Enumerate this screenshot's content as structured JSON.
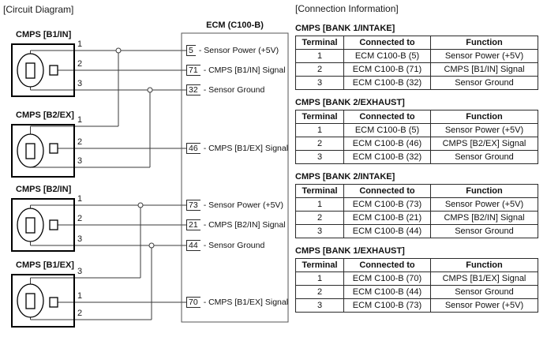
{
  "titles": {
    "circuit": "[Circuit Diagram]",
    "connection": "[Connection Information]"
  },
  "colors": {
    "background": "#ffffff",
    "ink": "#111111",
    "wire": "#3a3a3a"
  },
  "ecm": {
    "title": "ECM (C100-B)",
    "pins": [
      {
        "num": "5",
        "rest": "- Sensor Power (+5V)"
      },
      {
        "num": "71",
        "rest": "- CMPS [B1/IN] Signal"
      },
      {
        "num": "32",
        "rest": "- Sensor Ground"
      },
      {
        "num": "46",
        "rest": "- CMPS [B1/EX] Signal"
      },
      {
        "num": "73",
        "rest": "- Sensor Power (+5V)"
      },
      {
        "num": "21",
        "rest": "- CMPS [B2/IN] Signal"
      },
      {
        "num": "44",
        "rest": "- Sensor Ground"
      },
      {
        "num": "70",
        "rest": "- CMPS [B1/EX] Signal"
      }
    ]
  },
  "connectors": [
    {
      "label": "CMPS [B1/IN]",
      "pins": [
        "1",
        "2",
        "3"
      ]
    },
    {
      "label": "CMPS [B2/EX]",
      "pins": [
        "1",
        "2",
        "3"
      ]
    },
    {
      "label": "CMPS [B2/IN]",
      "pins": [
        "1",
        "2",
        "3"
      ]
    },
    {
      "label": "CMPS [B1/EX]",
      "pins": [
        "3",
        "1",
        "2"
      ]
    }
  ],
  "tables": [
    {
      "title": "CMPS [BANK 1/INTAKE]",
      "headers": [
        "Terminal",
        "Connected to",
        "Function"
      ],
      "rows": [
        [
          "1",
          "ECM C100-B (5)",
          "Sensor Power (+5V)"
        ],
        [
          "2",
          "ECM C100-B (71)",
          "CMPS [B1/IN] Signal"
        ],
        [
          "3",
          "ECM C100-B (32)",
          "Sensor Ground"
        ]
      ]
    },
    {
      "title": "CMPS [BANK 2/EXHAUST]",
      "headers": [
        "Terminal",
        "Connected to",
        "Function"
      ],
      "rows": [
        [
          "1",
          "ECM C100-B (5)",
          "Sensor Power (+5V)"
        ],
        [
          "2",
          "ECM C100-B (46)",
          "CMPS [B2/EX] Signal"
        ],
        [
          "3",
          "ECM C100-B (32)",
          "Sensor Ground"
        ]
      ]
    },
    {
      "title": "CMPS [BANK 2/INTAKE]",
      "headers": [
        "Terminal",
        "Connected to",
        "Function"
      ],
      "rows": [
        [
          "1",
          "ECM C100-B (73)",
          "Sensor Power (+5V)"
        ],
        [
          "2",
          "ECM C100-B (21)",
          "CMPS [B2/IN] Signal"
        ],
        [
          "3",
          "ECM C100-B (44)",
          "Sensor Ground"
        ]
      ]
    },
    {
      "title": "CMPS [BANK 1/EXHAUST]",
      "headers": [
        "Terminal",
        "Connected to",
        "Function"
      ],
      "rows": [
        [
          "1",
          "ECM C100-B (70)",
          "CMPS [B1/EX] Signal"
        ],
        [
          "2",
          "ECM C100-B (44)",
          "Sensor Ground"
        ],
        [
          "3",
          "ECM C100-B (73)",
          "Sensor Power (+5V)"
        ]
      ]
    }
  ]
}
